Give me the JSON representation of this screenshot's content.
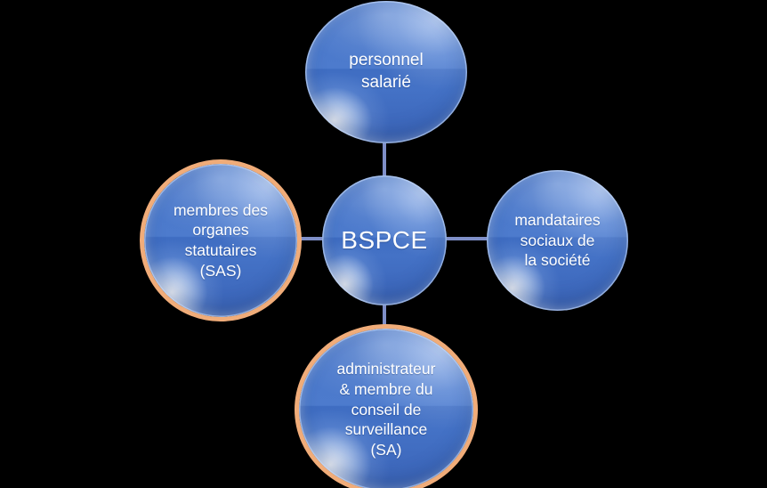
{
  "diagram": {
    "title": "BSPCE beneficiaries diagram",
    "type": "hub-and-spoke",
    "background_color": "#000000",
    "bubble_color": "#4472C6",
    "ring_color": "#F0AC79",
    "connector_color": "#7F8FC8",
    "text_color": "#FFFFFF",
    "center": {
      "id": "bspce",
      "label": "BSPCE",
      "has_ring": false
    },
    "nodes": [
      {
        "id": "personnel-salarie",
        "position": "top",
        "label": "personnel\nsalarié",
        "has_ring": false
      },
      {
        "id": "membres-organes-statutaires",
        "position": "left",
        "label": "membres des\norganes\nstatutaires\n(SAS)",
        "has_ring": true
      },
      {
        "id": "mandataires-sociaux",
        "position": "right",
        "label": "mandataires\nsociaux de\nla société",
        "has_ring": false
      },
      {
        "id": "administrateur-conseil-surveillance",
        "position": "bottom",
        "label": "administrateur\n& membre du\nconseil de\nsurveillance\n(SA)",
        "has_ring": true
      }
    ],
    "connectors": [
      {
        "id": "center-to-top",
        "from": "bspce",
        "to": "personnel-salarie"
      },
      {
        "id": "center-to-left",
        "from": "bspce",
        "to": "membres-organes-statutaires"
      },
      {
        "id": "center-to-right",
        "from": "bspce",
        "to": "mandataires-sociaux"
      },
      {
        "id": "center-to-bottom",
        "from": "bspce",
        "to": "administrateur-conseil-surveillance"
      }
    ]
  }
}
